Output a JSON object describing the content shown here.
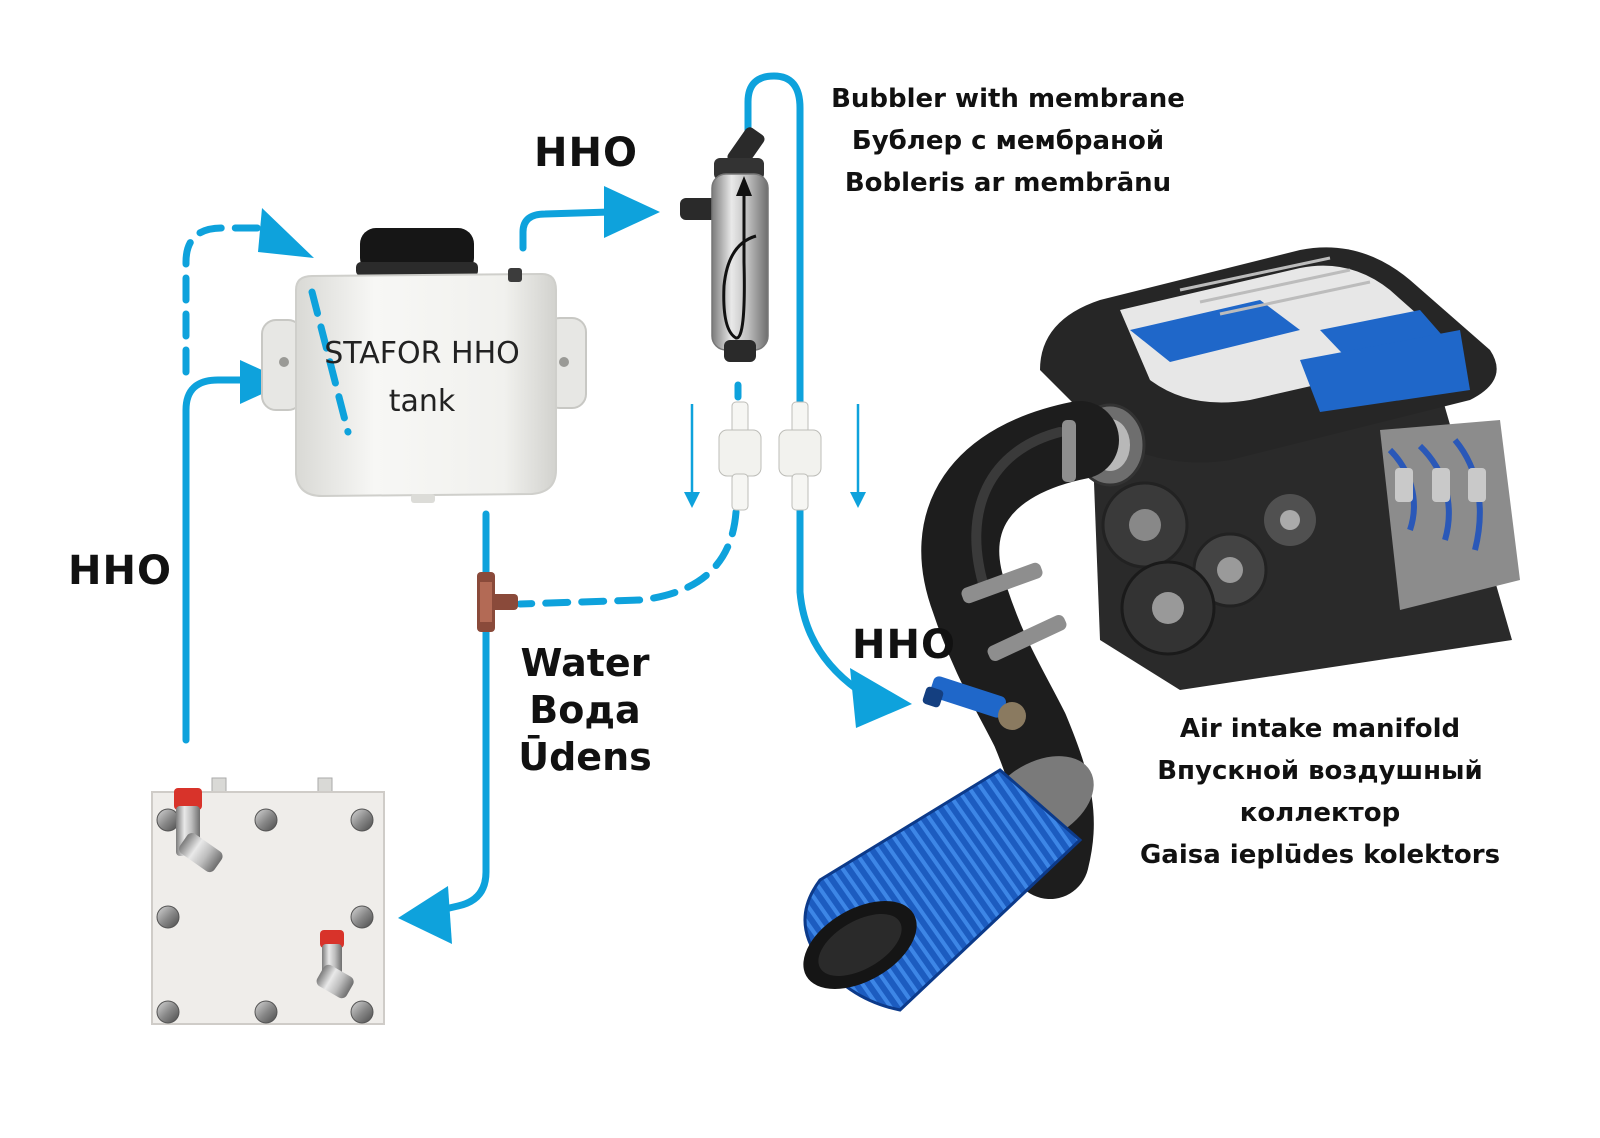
{
  "colors": {
    "pipe": "#0ea2dc",
    "engine_blue": "#1f67c9",
    "hose": "#1d1d1d",
    "tank": "#f1f1ee",
    "cell_plate": "#efedea"
  },
  "labels": {
    "hho_top": "HHO",
    "hho_left": "HHO",
    "hho_right": "HHO",
    "tank_line1": "STAFOR HHO",
    "tank_line2": "tank",
    "bubbler_en": "Bubbler with membrane",
    "bubbler_ru": "Бублер с мембраной",
    "bubbler_lv": "Bobleris ar membrānu",
    "water_en": "Water",
    "water_ru": "Вода",
    "water_lv": "Ūdens",
    "air_en": "Air intake manifold",
    "air_ru_1": "Впускной воздушный",
    "air_ru_2": "коллектор",
    "air_lv": "Gaisa ieplūdes kolektors"
  }
}
